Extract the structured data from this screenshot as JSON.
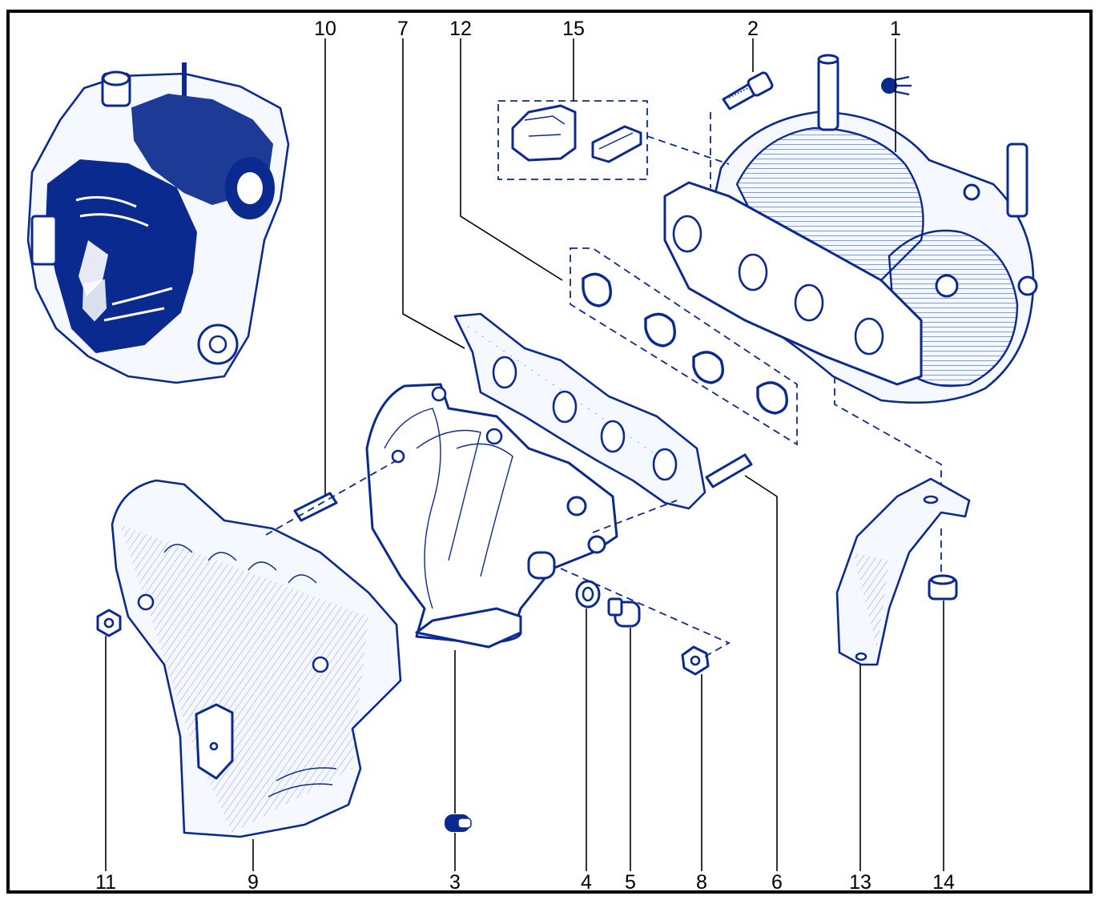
{
  "callouts": {
    "c1": "1",
    "c2": "2",
    "c3": "3",
    "c4": "4",
    "c5": "5",
    "c6": "6",
    "c7": "7",
    "c8": "8",
    "c9": "9",
    "c10": "10",
    "c11": "11",
    "c12": "12",
    "c13": "13",
    "c14": "14",
    "c15": "15"
  },
  "colors": {
    "line_art": "#0b2a8f",
    "frame": "#000000",
    "background": "#ffffff"
  }
}
